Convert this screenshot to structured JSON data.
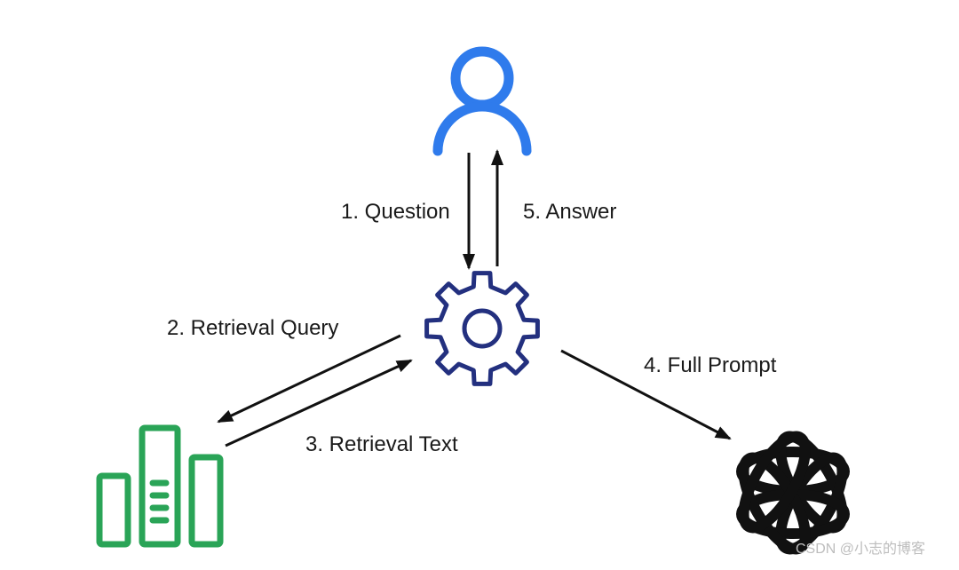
{
  "labels": {
    "question": "1. Question",
    "answer": "5. Answer",
    "retrieval_query": "2. Retrieval Query",
    "retrieval_text": "3. Retrieval Text",
    "full_prompt": "4. Full Prompt"
  },
  "watermark": "CSDN @小志的博客",
  "icons": {
    "user": "user-icon",
    "orchestrator": "gear-icon",
    "vector_store": "vector-database-icon",
    "llm": "openai-logo-icon"
  },
  "colors": {
    "user": "#2f7bec",
    "gear": "#23307f",
    "database": "#2aa457",
    "llm": "#111111",
    "arrow": "#111111"
  }
}
